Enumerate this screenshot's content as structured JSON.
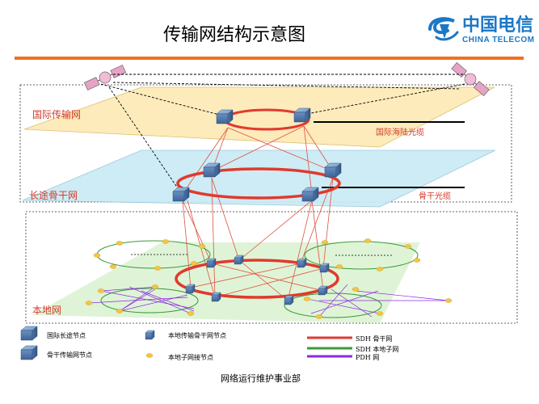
{
  "header": {
    "title": "传输网结构示意图",
    "brand_cn": "中国电信",
    "brand_en": "CHINA TELECOM"
  },
  "layers": {
    "international": "国际传输网",
    "longhaul": "长途骨干网",
    "local": "本地网"
  },
  "cables": {
    "submarine": "国际海陆光缆",
    "backbone": "骨干光缆"
  },
  "legend": {
    "items": [
      {
        "label": "国际长途节点"
      },
      {
        "label": "骨干传输网节点"
      },
      {
        "label": "本地传输骨干网节点"
      },
      {
        "label": "本地子网接节点"
      }
    ],
    "lines": [
      {
        "label": "SDH 骨干网",
        "color": "#e03a2e"
      },
      {
        "label": "SDH 本地子网",
        "color": "#3a9a3a"
      },
      {
        "label": "PDH 网",
        "color": "#8a2be2"
      }
    ]
  },
  "footer": "网络运行维护事业部",
  "colors": {
    "accent_bar": "#f07020",
    "ring_red": "#e03a2e",
    "node_blue": "#5a86b8",
    "satellite_pink": "#e7a3c7"
  }
}
